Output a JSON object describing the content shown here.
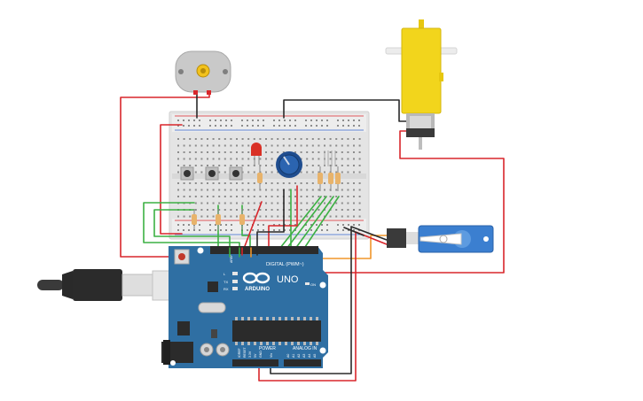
{
  "board": {
    "logo_text": "ARDUINO",
    "model_text": "UNO",
    "digital_label": "DIGITAL (PWM~)",
    "power_label": "POWER",
    "analog_label": "ANALOG IN",
    "on_label": "ON",
    "tx_label": "TX",
    "rx_label": "RX",
    "l_label": "L",
    "aref_label": "AREF",
    "gnd_label": "GND",
    "ioref_label": "IOREF",
    "reset_label": "RESET",
    "v33_label": "3.3V",
    "v5_label": "5V",
    "vin_label": "Vin",
    "analog_pins": [
      "A0",
      "A1",
      "A2",
      "A3",
      "A4",
      "A5"
    ]
  },
  "colors": {
    "board": "#2f6fa3",
    "wire_red": "#d9262b",
    "wire_black": "#2a2a2a",
    "wire_green": "#3cb043",
    "wire_orange": "#f0952a",
    "servo": "#3b7fd0",
    "gear_motor": "#f2d51c",
    "led": "#d93025",
    "potentiometer": "#1f4d8f"
  },
  "icons": [
    "usb-cable-icon",
    "dc-motor-icon",
    "gear-motor-icon",
    "servo-icon",
    "led-icon",
    "potentiometer-icon",
    "pushbutton-icon",
    "resistor-icon",
    "arduino-infinity-logo-icon"
  ]
}
